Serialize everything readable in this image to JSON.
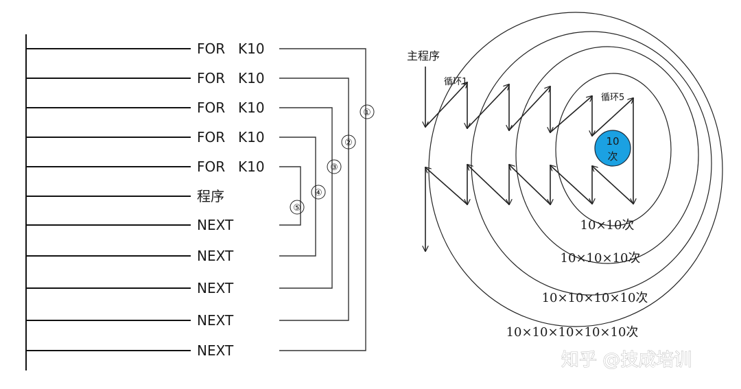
{
  "ladder": {
    "for_instructions": [
      {
        "op": "FOR",
        "operand": "K10",
        "loop": "①"
      },
      {
        "op": "FOR",
        "operand": "K10",
        "loop": "②"
      },
      {
        "op": "FOR",
        "operand": "K10",
        "loop": "③"
      },
      {
        "op": "FOR",
        "operand": "K10",
        "loop": "④"
      },
      {
        "op": "FOR",
        "operand": "K10",
        "loop": "⑤"
      }
    ],
    "program_label": "程序",
    "next_instructions": [
      "NEXT",
      "NEXT",
      "NEXT",
      "NEXT",
      "NEXT"
    ],
    "loop_markers": [
      "①",
      "②",
      "③",
      "④",
      "⑤"
    ]
  },
  "flow": {
    "main_label": "主程序",
    "loop1_label": "循环1",
    "loop5_label": "循环5",
    "core": {
      "line1": "10",
      "line2": "次",
      "color": "#1ba1e2"
    },
    "counts": [
      "10×10次",
      "10×10×10次",
      "10×10×10×10次",
      "10×10×10×10×10次"
    ]
  },
  "watermark": "知乎 @技成培训"
}
